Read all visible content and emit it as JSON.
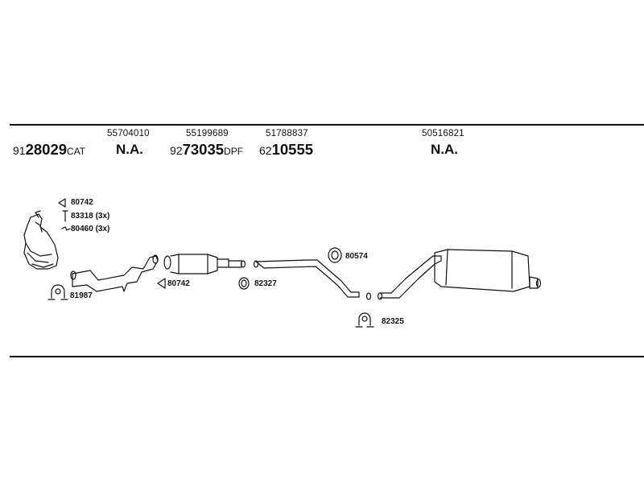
{
  "oem_numbers": {
    "col1": "55704010",
    "col2": "55199689",
    "col3": "51788837",
    "col4": "50516821"
  },
  "parts": {
    "p1": {
      "prefix": "91",
      "main": "28029",
      "suffix": "CAT"
    },
    "p1_na": "N.A.",
    "p2": {
      "prefix": "92",
      "main": "73035",
      "suffix": "DPF"
    },
    "p3": {
      "prefix": "62",
      "main": "10555"
    },
    "p4_na": "N.A."
  },
  "accessories": {
    "a1": "80742",
    "a2": "83318 (3x)",
    "a3": "80460 (3x)",
    "a4": "81987",
    "a5": "80742",
    "a6": "82327",
    "a7": "80574",
    "a8": "82325"
  }
}
